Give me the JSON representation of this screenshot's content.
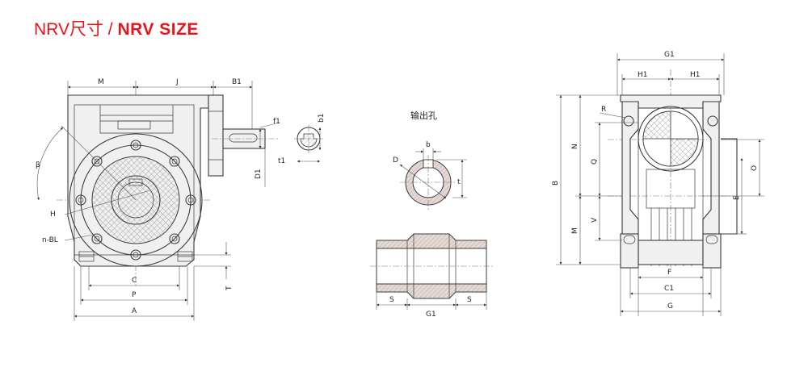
{
  "title": {
    "prefix": "NRV尺寸 / ",
    "main": "NRV SIZE"
  },
  "colors": {
    "title": "#e8141c",
    "line": "#3a3a3a",
    "hatch": "#9a9a9a",
    "section": "#e6d8d2"
  },
  "view1": {
    "labels": {
      "M": "M",
      "J": "J",
      "B1": "B1",
      "f1": "f1",
      "b1": "b1",
      "t1": "t1",
      "D1": "D1",
      "beta": "β",
      "H": "H",
      "nBL": "n-BL",
      "C": "C",
      "P": "P",
      "A": "A",
      "T": "T"
    }
  },
  "view2": {
    "title": "输出孔",
    "labels": {
      "b": "b",
      "D": "D",
      "t": "t",
      "S_left": "S",
      "G1": "G1",
      "S_right": "S"
    }
  },
  "view3": {
    "labels": {
      "G1": "G1",
      "H1_left": "H1",
      "H1_right": "H1",
      "R": "R",
      "B": "B",
      "N": "N",
      "Q": "Q",
      "M": "M",
      "V": "V",
      "O": "O",
      "E": "E",
      "F": "F",
      "C1": "C1",
      "G": "G"
    }
  }
}
